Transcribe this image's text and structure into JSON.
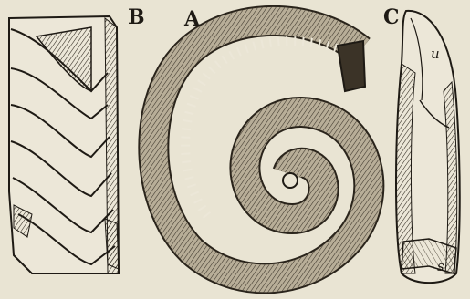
{
  "figure": {
    "labels": {
      "a": "A",
      "b": "B",
      "c": "C"
    },
    "part_labels": {
      "u": "u",
      "s": "s"
    },
    "colors": {
      "paper": "#e9e4d3",
      "ink": "#1e1a14"
    }
  }
}
